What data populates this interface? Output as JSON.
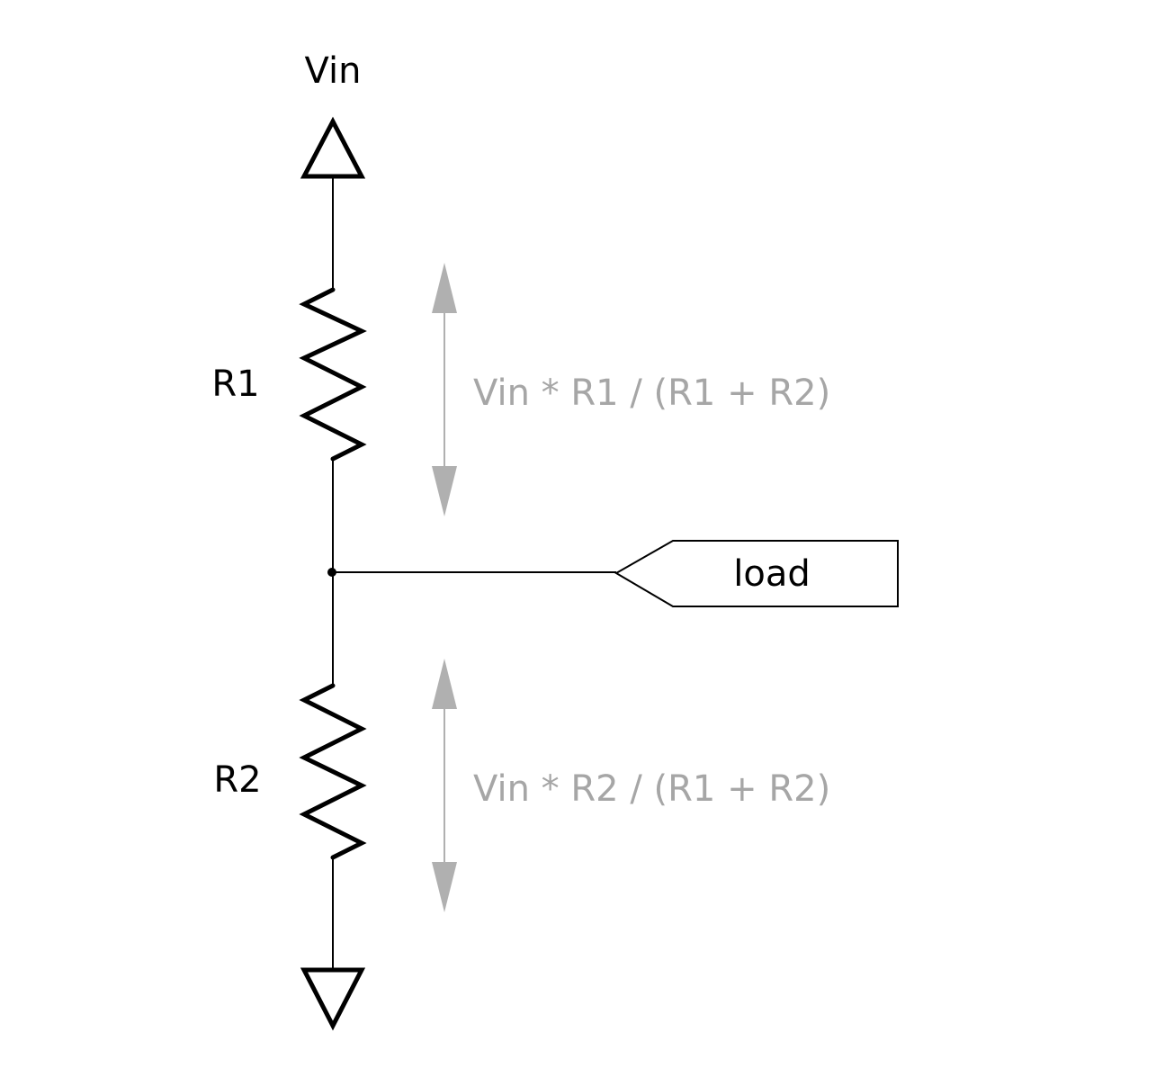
{
  "diagram": {
    "supply": {
      "label": "Vin"
    },
    "resistors": [
      {
        "id": "r1",
        "label": "R1",
        "formula": "Vin * R1 / (R1 + R2)"
      },
      {
        "id": "r2",
        "label": "R2",
        "formula": "Vin * R2 / (R1 + R2)"
      }
    ],
    "output": {
      "label": "load"
    },
    "colors": {
      "wire": "#000000",
      "annotation": "#a6a6a6",
      "background": "#ffffff"
    }
  }
}
